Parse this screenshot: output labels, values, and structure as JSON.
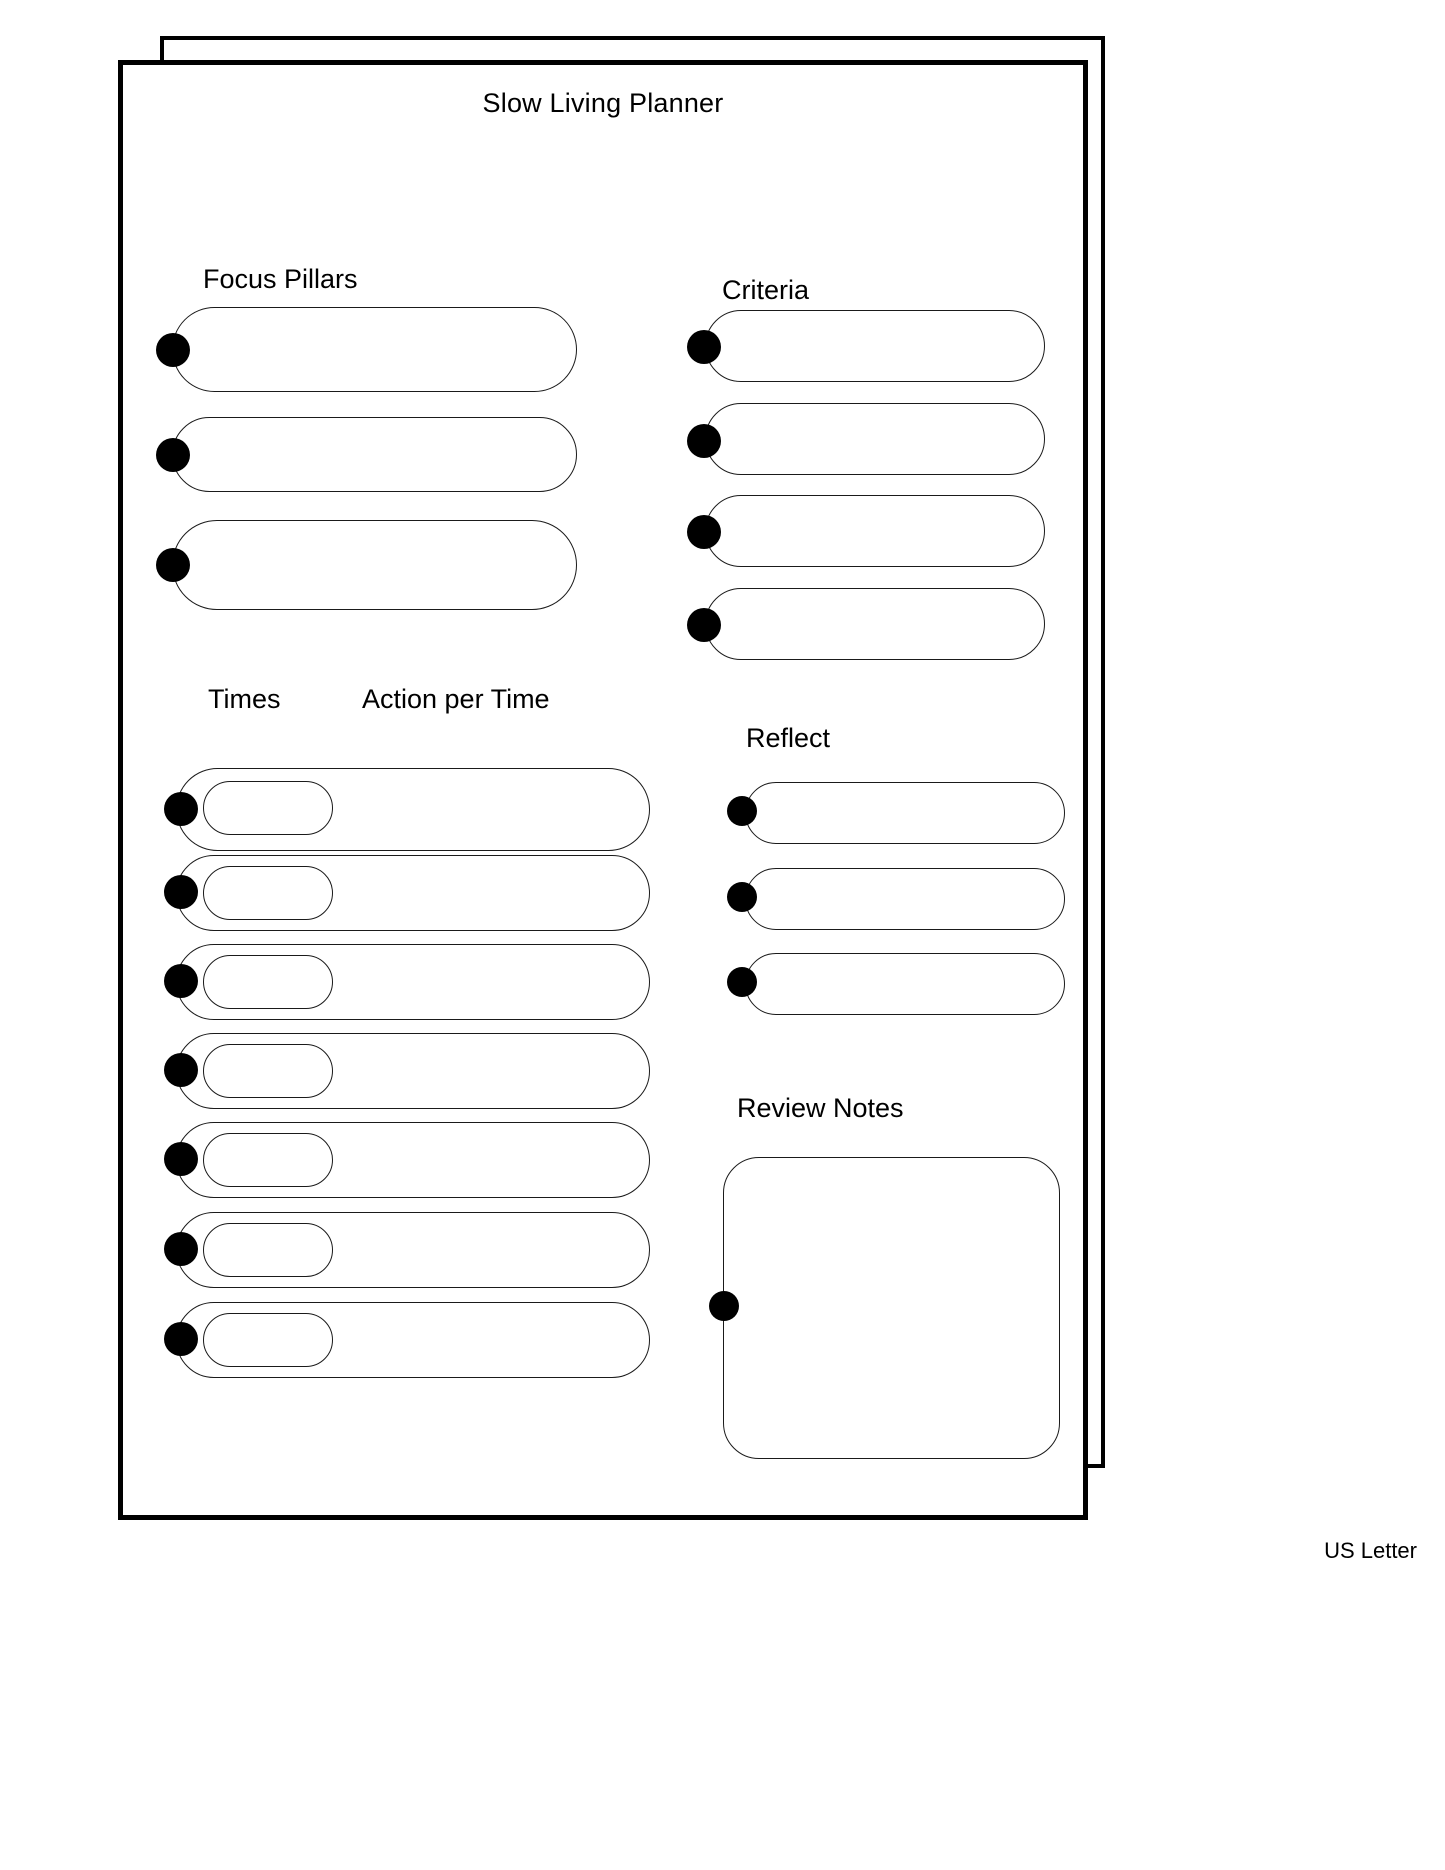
{
  "document": {
    "title": "Slow Living Planner",
    "paper_size_label": "US Letter",
    "ink_color": "#000000",
    "page_background": "#ffffff"
  },
  "sections": {
    "focus_pillars": {
      "heading": "Focus Pillars",
      "field_count": 3,
      "fields": [
        {
          "value": "",
          "placeholder": ""
        },
        {
          "value": "",
          "placeholder": ""
        },
        {
          "value": "",
          "placeholder": ""
        }
      ]
    },
    "criteria": {
      "heading": "Criteria",
      "field_count": 4,
      "fields": [
        {
          "value": "",
          "placeholder": ""
        },
        {
          "value": "",
          "placeholder": ""
        },
        {
          "value": "",
          "placeholder": ""
        },
        {
          "value": "",
          "placeholder": ""
        }
      ]
    },
    "schedule": {
      "heading_times": "Times",
      "heading_action": "Action per Time",
      "row_count": 7,
      "rows": [
        {
          "time": "",
          "action": ""
        },
        {
          "time": "",
          "action": ""
        },
        {
          "time": "",
          "action": ""
        },
        {
          "time": "",
          "action": ""
        },
        {
          "time": "",
          "action": ""
        },
        {
          "time": "",
          "action": ""
        },
        {
          "time": "",
          "action": ""
        }
      ]
    },
    "reflect": {
      "heading": "Reflect",
      "field_count": 3,
      "fields": [
        {
          "value": "",
          "placeholder": ""
        },
        {
          "value": "",
          "placeholder": ""
        },
        {
          "value": "",
          "placeholder": ""
        }
      ]
    },
    "review_notes": {
      "heading": "Review Notes",
      "field_count": 1,
      "fields": [
        {
          "value": "",
          "placeholder": ""
        }
      ]
    }
  }
}
